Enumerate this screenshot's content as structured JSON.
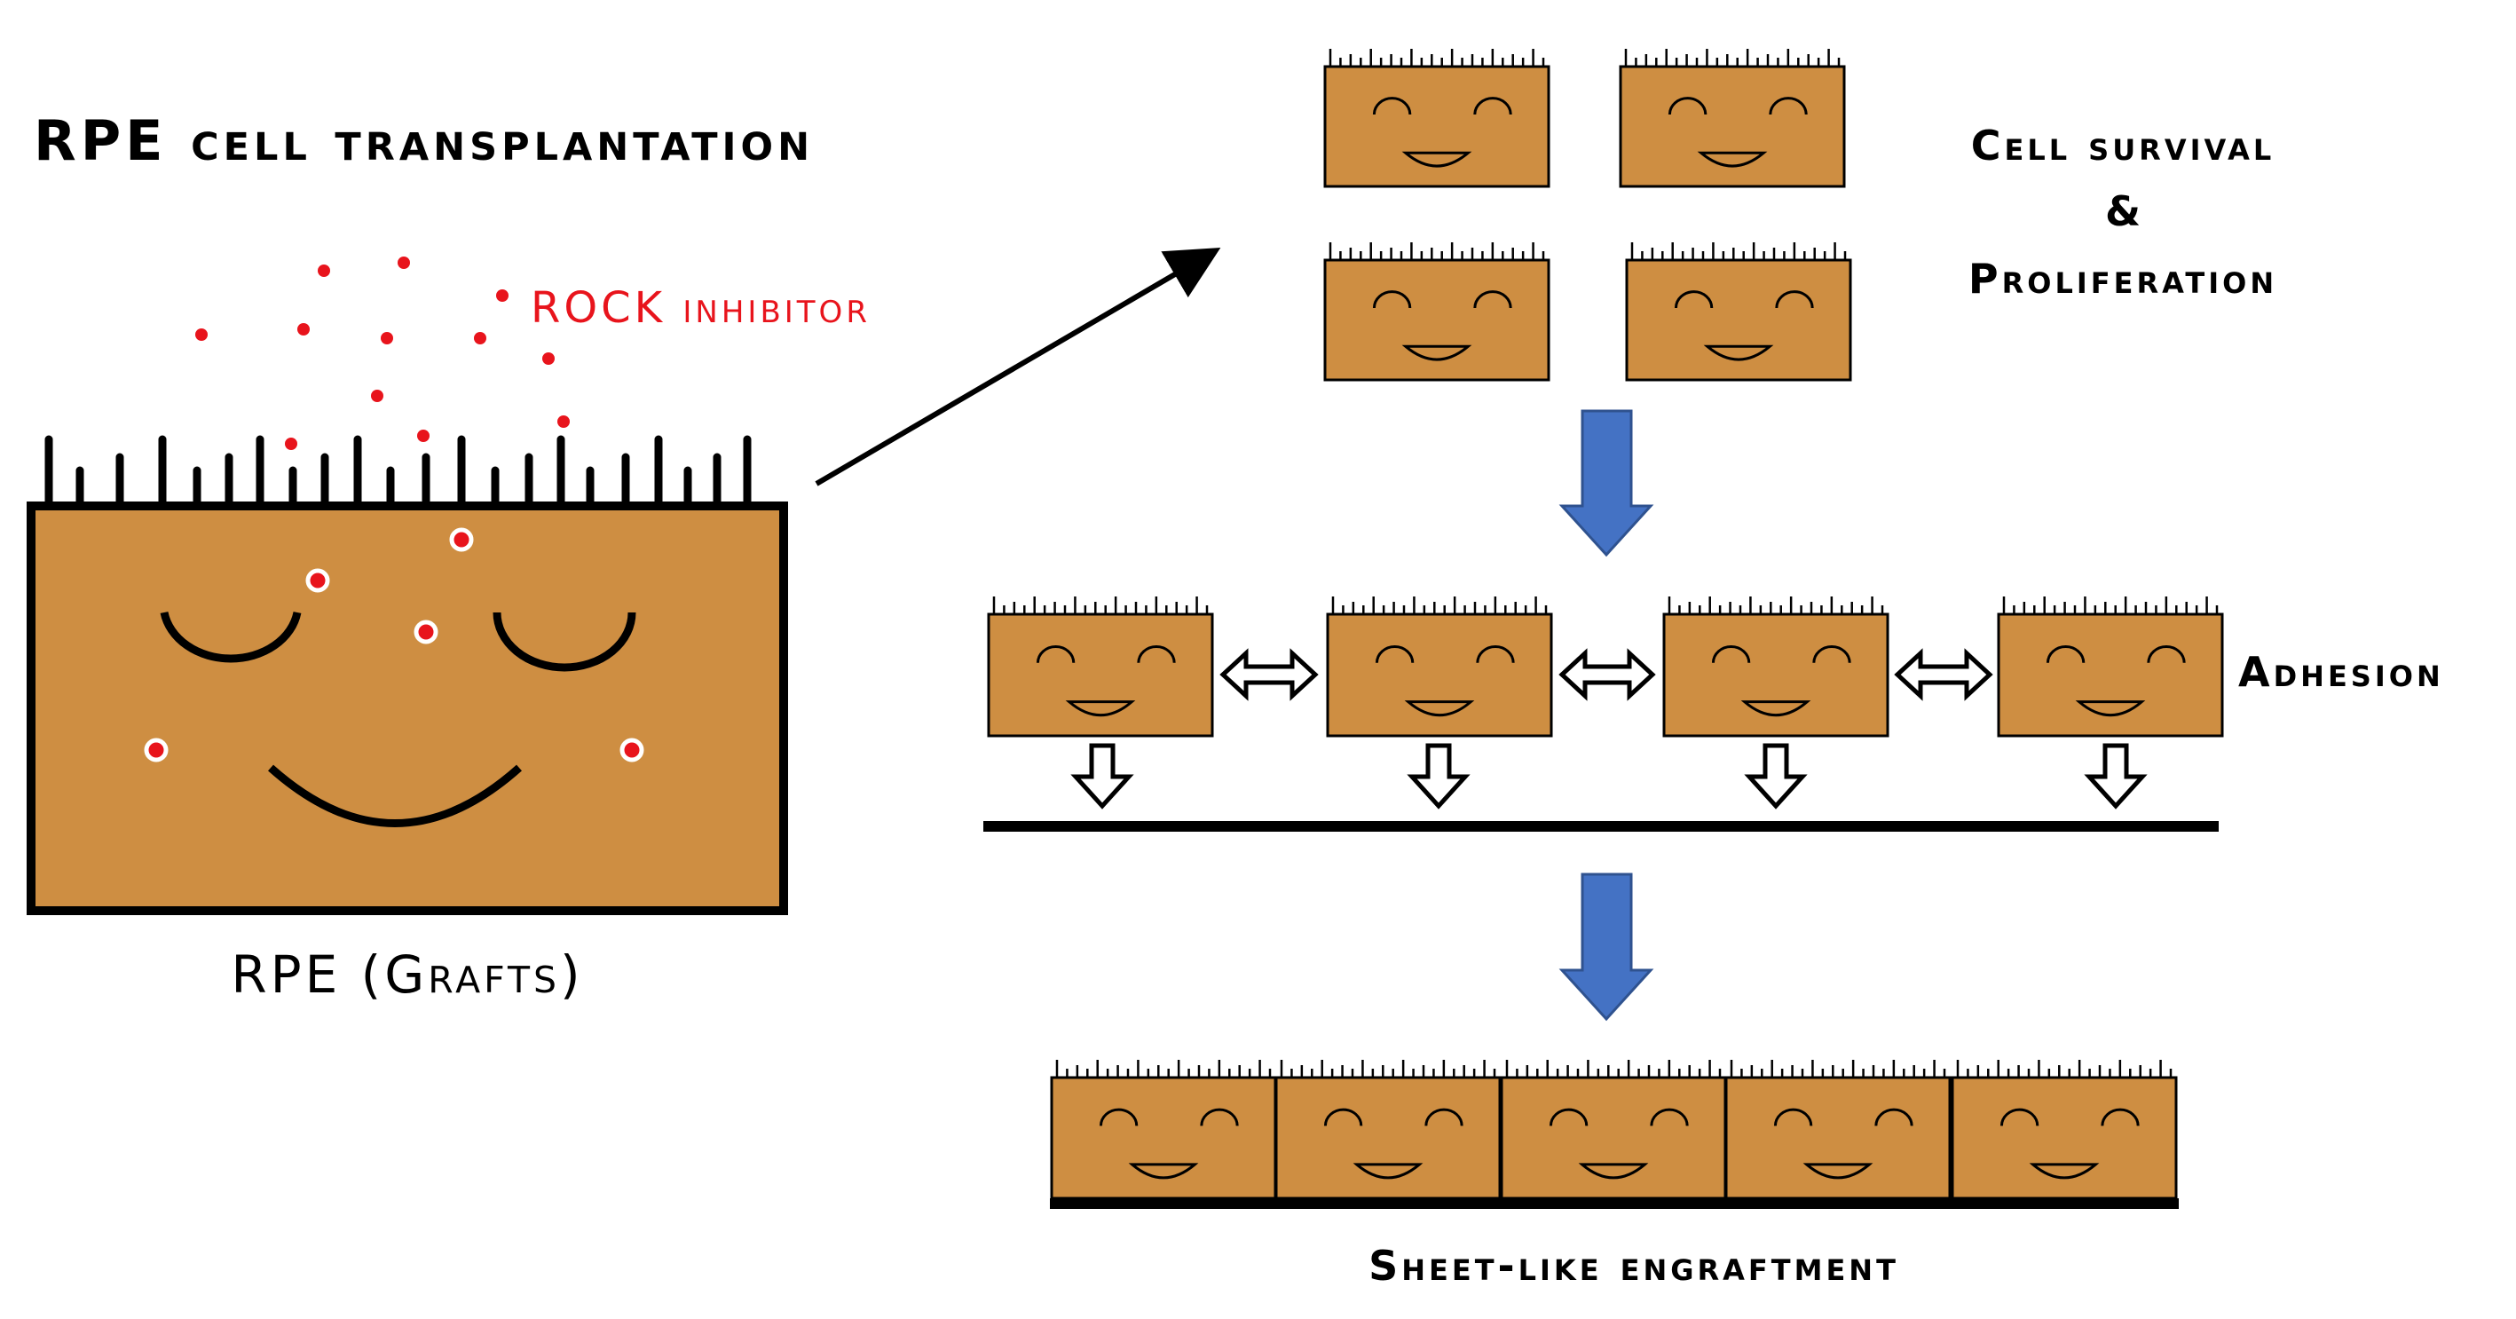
{
  "title": "RPE cell transplantation",
  "inhibitor_label": "ROCK inhibitor",
  "graft_label": "RPE (Grafts)",
  "survival_label_line1": "Cell survival",
  "survival_label_line2": "&",
  "survival_label_line3": "Proliferation",
  "adhesion_label": "Adhesion",
  "engraftment_label": "Sheet-like engraftment",
  "colors": {
    "cell_fill": "#CE8E42",
    "outline": "#000000",
    "inhibitor": "#E8141C",
    "flow_arrow": "#4472C4",
    "flow_arrow_edge": "#2F528F"
  }
}
